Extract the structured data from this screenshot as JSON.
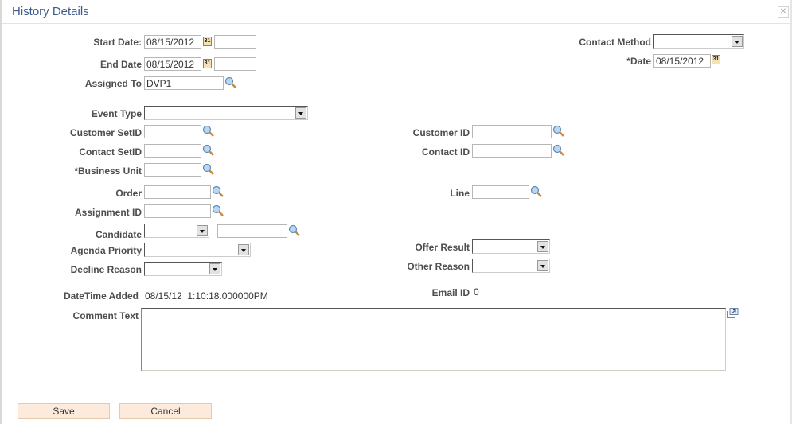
{
  "dialog": {
    "title": "History Details",
    "close_icon": "close-icon"
  },
  "header": {
    "start_date_label": "Start Date:",
    "start_date_value": "08/15/2012",
    "start_time_value": "",
    "end_date_label": "End Date",
    "end_date_value": "08/15/2012",
    "end_time_value": "",
    "assigned_to_label": "Assigned To",
    "assigned_to_value": "DVP1",
    "contact_method_label": "Contact Method",
    "contact_method_value": "",
    "date_label": "*Date",
    "date_value": "08/15/2012",
    "calendar_glyph": "31"
  },
  "form": {
    "event_type_label": "Event Type",
    "event_type_value": "",
    "customer_setid_label": "Customer SetID",
    "customer_setid_value": "",
    "customer_id_label": "Customer ID",
    "customer_id_value": "",
    "contact_setid_label": "Contact SetID",
    "contact_setid_value": "",
    "contact_id_label": "Contact ID",
    "contact_id_value": "",
    "business_unit_label": "*Business Unit",
    "business_unit_value": "",
    "order_label": "Order",
    "order_value": "",
    "line_label": "Line",
    "line_value": "",
    "assignment_id_label": "Assignment ID",
    "assignment_id_value": "",
    "candidate_label": "Candidate",
    "candidate_type_value": "",
    "candidate_value": "",
    "agenda_priority_label": "Agenda Priority",
    "agenda_priority_value": "",
    "offer_result_label": "Offer Result",
    "offer_result_value": "",
    "decline_reason_label": "Decline Reason",
    "decline_reason_value": "",
    "other_reason_label": "Other Reason",
    "other_reason_value": "",
    "datetime_added_label": "DateTime Added",
    "datetime_added_value": "08/15/12  1:10:18.000000PM",
    "email_id_label": "Email ID",
    "email_id_value": "0",
    "comment_text_label": "Comment Text",
    "comment_text_value": ""
  },
  "buttons": {
    "save_label": "Save",
    "cancel_label": "Cancel"
  },
  "colors": {
    "title": "#3d5a8c",
    "button_bg": "#fcebdc",
    "button_border": "#e7c9ad"
  }
}
